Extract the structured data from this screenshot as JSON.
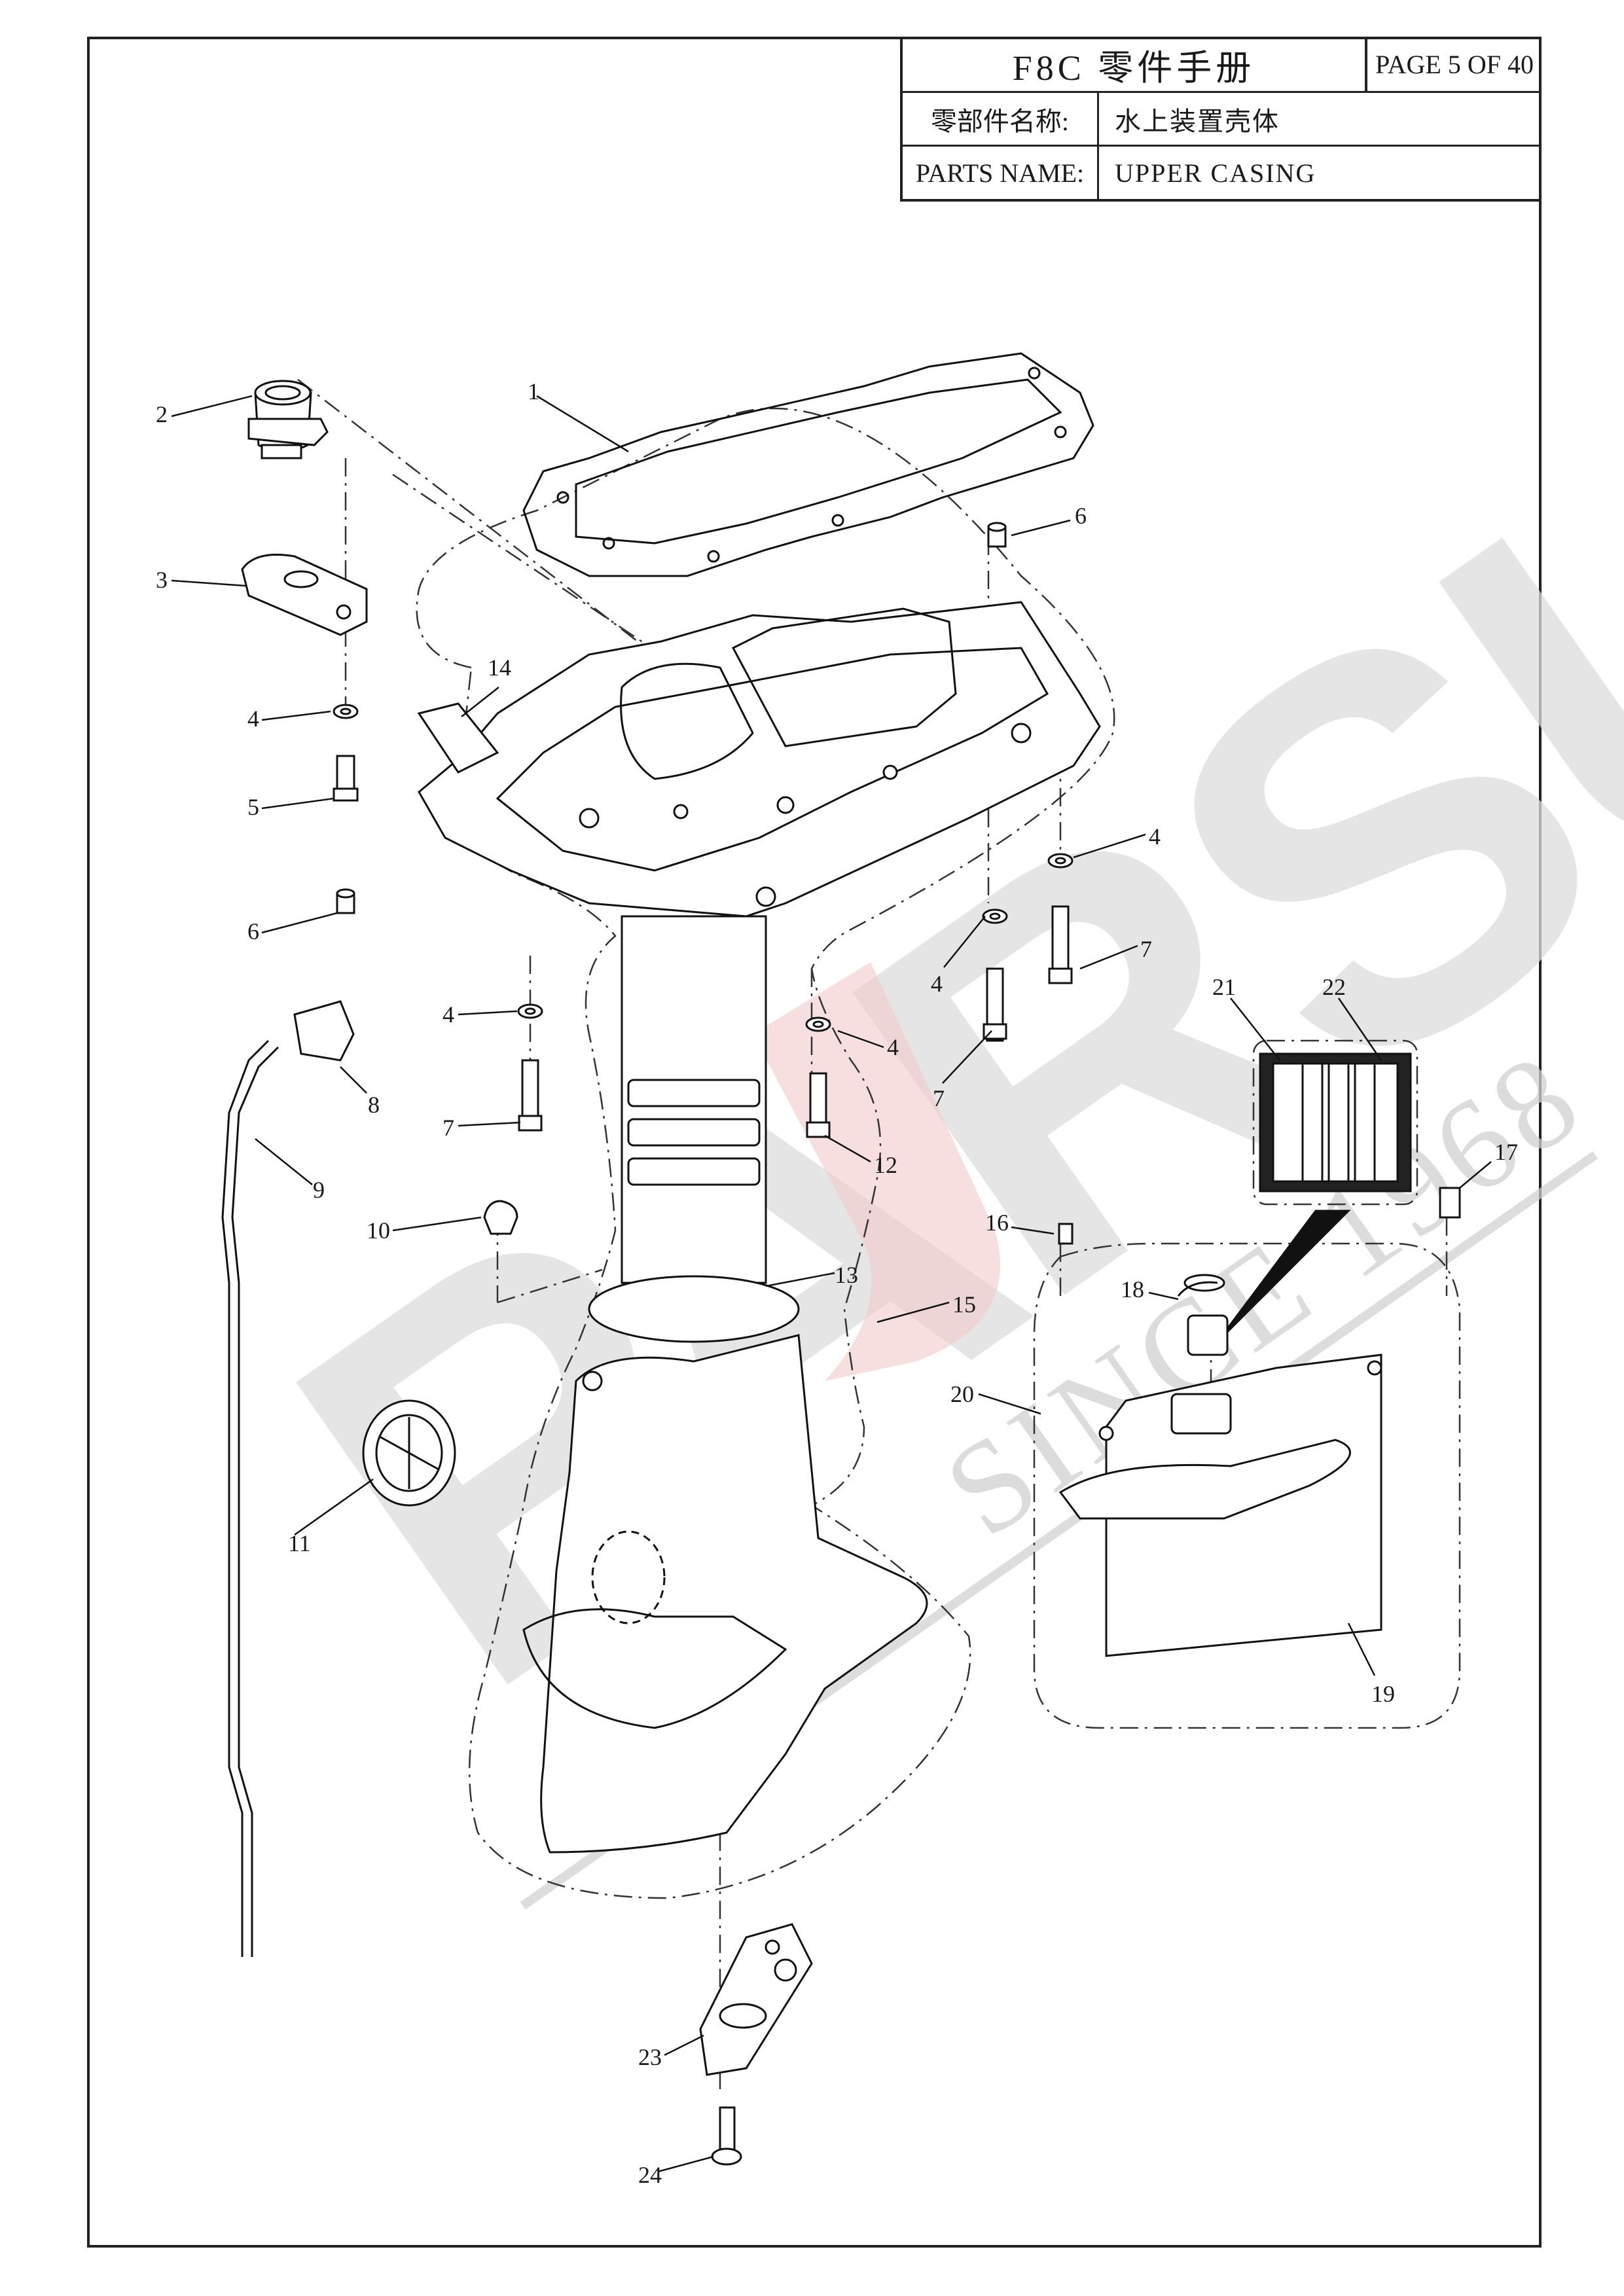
{
  "header": {
    "manual_title": "F8C 零件手册",
    "page_label": "PAGE 5 OF 40",
    "cn_name_label": "零部件名称:",
    "cn_name_value": "水上装置壳体",
    "en_name_label": "PARTS NAME:",
    "en_name_value": "UPPER CASING"
  },
  "callouts": {
    "c1": "1",
    "c2": "2",
    "c3": "3",
    "c4a": "4",
    "c4b": "4",
    "c4c": "4",
    "c4d": "4",
    "c4e": "4",
    "c5": "5",
    "c6a": "6",
    "c6b": "6",
    "c7a": "7",
    "c7b": "7",
    "c7c": "7",
    "c8": "8",
    "c9": "9",
    "c10": "10",
    "c11": "11",
    "c12": "12",
    "c13": "13",
    "c14": "14",
    "c15": "15",
    "c16": "16",
    "c17": "17",
    "c18": "18",
    "c19": "19",
    "c20": "20",
    "c21": "21",
    "c22": "22",
    "c23": "23",
    "c24": "24"
  },
  "watermark": {
    "brand": "PARSUN",
    "tagline": "SINCE 1968",
    "brand_color_gray": "#d6d6d6",
    "brand_color_red": "#f4c9c9"
  }
}
